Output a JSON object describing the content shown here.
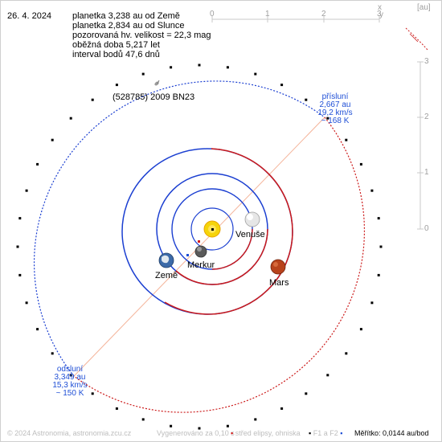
{
  "header": {
    "date": "26. 4. 2024",
    "info_lines": [
      "planetka 3,238 au od Země",
      "planetka 2,834 au od Slunce",
      "pozorovaná hv. velikost = 22,3 mag",
      "oběžná doba 5,217 let",
      "interval bodů 47,6 dnů"
    ]
  },
  "asteroid_label": "(528785) 2009 BN23",
  "perihelion": {
    "title": "přísluní",
    "dist": "2,667 au",
    "speed": "19,2 km/s",
    "temp": "~ 168 K"
  },
  "aphelion": {
    "title": "odsluní",
    "dist": "3,349 au",
    "speed": "15,3 km/s",
    "temp": "~ 150 K"
  },
  "planets": {
    "venus": "Venuše",
    "mercury": "Merkur",
    "earth": "Země",
    "mars": "Mars"
  },
  "axis": {
    "unit": "[au]",
    "x_letter": "x",
    "y_letter": "y",
    "x_ticks": [
      "0",
      "1",
      "2",
      "3"
    ],
    "y_ticks": [
      "3",
      "2",
      "1",
      "0"
    ]
  },
  "footer": {
    "copyright": "© 2024 Astronomia, astronomia.zcu.cz",
    "generated": "Vygenerováno za 0,10 s",
    "legend_center": "střed elipsy, ohniska",
    "legend_foci": "F1 a F2",
    "scale": "Měřítko: 0,0144 au/bod"
  },
  "colors": {
    "orbit_above": "#1b3fd1",
    "orbit_below": "#cc1a1a",
    "apsis_line": "#f4b49a",
    "sun": "#f5d40a",
    "mars": "#b8431c",
    "venus": "#e6e6e6",
    "mercury": "#5a5a5a",
    "earth": "#3c6aa8"
  }
}
